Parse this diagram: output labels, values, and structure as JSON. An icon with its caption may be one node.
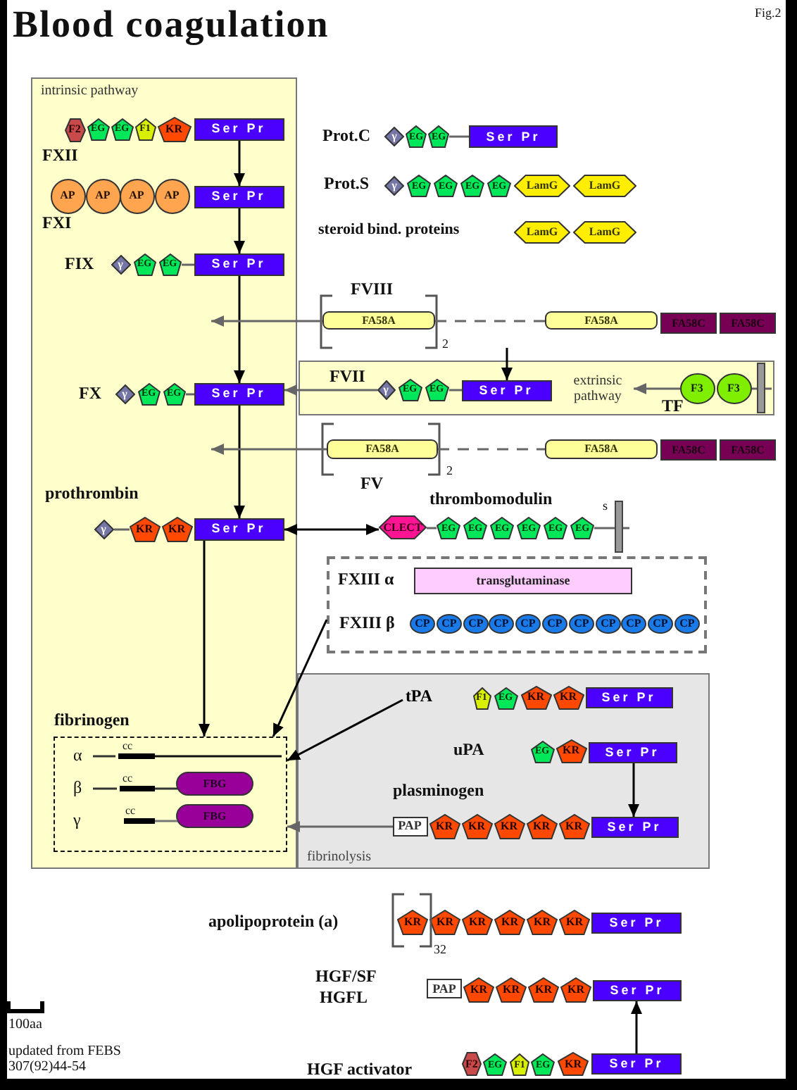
{
  "diagram": {
    "title": "Blood coagulation",
    "nodes": [
      {
        "text": [
          "intrinsic pathway"
        ]
      },
      {
        "text": [
          "F2"
        ],
        "in": 0
      },
      {
        "text": [
          "EG"
        ],
        "in": 0
      },
      {
        "text": [
          "EG"
        ],
        "in": 0
      },
      {
        "text": [
          "F1"
        ],
        "in": 0
      },
      {
        "text": [
          "KR"
        ],
        "in": 0
      },
      {
        "text": [
          "Ser Pr"
        ],
        "in": 0
      },
      {
        "text": [
          "AP"
        ],
        "in": 0
      },
      {
        "text": [
          "AP"
        ],
        "in": 0
      },
      {
        "text": [
          "AP"
        ],
        "in": 0
      },
      {
        "text": [
          "AP"
        ],
        "in": 0
      },
      {
        "text": [
          "Ser Pr"
        ],
        "in": 0
      },
      {
        "text": [
          "γ"
        ],
        "in": 0
      },
      {
        "text": [
          "EG"
        ],
        "in": 0
      },
      {
        "text": [
          "EG"
        ],
        "in": 0
      },
      {
        "text": [
          "Ser Pr"
        ],
        "in": 0
      },
      {
        "text": [
          "γ"
        ],
        "in": 0
      },
      {
        "text": [
          "EG"
        ],
        "in": 0
      },
      {
        "text": [
          "EG"
        ],
        "in": 0
      },
      {
        "text": [
          "Ser Pr"
        ],
        "in": 0
      },
      {
        "text": [
          "γ"
        ],
        "in": 0
      },
      {
        "text": [
          "KR"
        ],
        "in": 0
      },
      {
        "text": [
          "KR"
        ],
        "in": 0
      },
      {
        "text": [
          "Ser Pr"
        ],
        "in": 0
      },
      {
        "text": [
          "fibrinogen"
        ],
        "in": 0
      },
      {
        "text": [
          "FBG"
        ],
        "in": 24
      },
      {
        "text": [
          "FBG"
        ],
        "in": 24
      },
      {
        "text": [
          "γ"
        ]
      },
      {
        "text": [
          "EG"
        ]
      },
      {
        "text": [
          "EG"
        ]
      },
      {
        "text": [
          "Ser Pr"
        ]
      },
      {
        "text": [
          "γ"
        ]
      },
      {
        "text": [
          "EG"
        ]
      },
      {
        "text": [
          "EG"
        ]
      },
      {
        "text": [
          "EG"
        ]
      },
      {
        "text": [
          "EG"
        ]
      },
      {
        "text": [
          "LamG"
        ]
      },
      {
        "text": [
          "LamG"
        ]
      },
      {
        "text": [
          "LamG"
        ]
      },
      {
        "text": [
          "LamG"
        ]
      },
      {
        "text": [
          "FA58A"
        ]
      },
      {
        "text": [
          "FA58A"
        ]
      },
      {
        "text": [
          "FA58C"
        ]
      },
      {
        "text": [
          "FA58C"
        ]
      },
      {
        "text": [],
        "shape": "box"
      },
      {
        "text": [
          "γ"
        ],
        "in": 44
      },
      {
        "text": [
          "EG"
        ],
        "in": 44
      },
      {
        "text": [
          "EG"
        ],
        "in": 44
      },
      {
        "text": [
          "Ser Pr"
        ],
        "in": 44
      },
      {
        "text": [
          "extrinsic pathway"
        ],
        "in": 44
      },
      {
        "text": [
          "F3"
        ],
        "in": 44
      },
      {
        "text": [
          "F3"
        ],
        "in": 44
      },
      {
        "text": [
          "FA58A"
        ]
      },
      {
        "text": [
          "FA58A"
        ]
      },
      {
        "text": [
          "FA58C"
        ]
      },
      {
        "text": [
          "FA58C"
        ]
      },
      {
        "text": [
          "CLECT"
        ]
      },
      {
        "text": [
          "EG"
        ]
      },
      {
        "text": [
          "EG"
        ]
      },
      {
        "text": [
          "EG"
        ]
      },
      {
        "text": [
          "EG"
        ]
      },
      {
        "text": [
          "EG"
        ]
      },
      {
        "text": [
          "EG"
        ]
      },
      {
        "text": [],
        "shape": "box"
      },
      {
        "text": [
          "transglutaminase"
        ],
        "in": 63
      },
      {
        "text": [
          "CP"
        ],
        "in": 63
      },
      {
        "text": [
          "CP"
        ],
        "in": 63
      },
      {
        "text": [
          "CP"
        ],
        "in": 63
      },
      {
        "text": [
          "CP"
        ],
        "in": 63
      },
      {
        "text": [
          "CP"
        ],
        "in": 63
      },
      {
        "text": [
          "CP"
        ],
        "in": 63
      },
      {
        "text": [
          "CP"
        ],
        "in": 63
      },
      {
        "text": [
          "CP"
        ],
        "in": 63
      },
      {
        "text": [
          "CP"
        ],
        "in": 63
      },
      {
        "text": [
          "CP"
        ],
        "in": 63
      },
      {
        "text": [
          "CP"
        ],
        "in": 63
      },
      {
        "text": [
          "fibrinolysis"
        ]
      },
      {
        "text": [
          "tPA"
        ],
        "in": 76
      },
      {
        "text": [
          "F1"
        ],
        "in": 76
      },
      {
        "text": [
          "EG"
        ],
        "in": 76
      },
      {
        "text": [
          "KR"
        ],
        "in": 76
      },
      {
        "text": [
          "KR"
        ],
        "in": 76
      },
      {
        "text": [
          "Ser Pr"
        ],
        "in": 76
      },
      {
        "text": [
          "EG"
        ],
        "in": 76
      },
      {
        "text": [
          "KR"
        ],
        "in": 76
      },
      {
        "text": [
          "Ser Pr"
        ],
        "in": 76
      },
      {
        "text": [
          "PAP"
        ],
        "in": 76
      },
      {
        "text": [
          "KR"
        ],
        "in": 76
      },
      {
        "text": [
          "KR"
        ],
        "in": 76
      },
      {
        "text": [
          "KR"
        ],
        "in": 76
      },
      {
        "text": [
          "KR"
        ],
        "in": 76
      },
      {
        "text": [
          "KR"
        ],
        "in": 76
      },
      {
        "text": [
          "Ser Pr"
        ],
        "in": 76
      },
      {
        "text": [
          "KR"
        ]
      },
      {
        "text": [
          "KR"
        ]
      },
      {
        "text": [
          "KR"
        ]
      },
      {
        "text": [
          "KR"
        ]
      },
      {
        "text": [
          "KR"
        ]
      },
      {
        "text": [
          "KR"
        ]
      },
      {
        "text": [
          "Ser Pr"
        ]
      },
      {
        "text": [
          "PAP"
        ]
      },
      {
        "text": [
          "KR"
        ]
      },
      {
        "text": [
          "KR"
        ]
      },
      {
        "text": [
          "KR"
        ]
      },
      {
        "text": [
          "KR"
        ]
      },
      {
        "text": [
          "Ser Pr"
        ]
      },
      {
        "text": [
          "F2"
        ]
      },
      {
        "text": [
          "EG"
        ]
      },
      {
        "text": [
          "F1"
        ]
      },
      {
        "text": [
          "EG"
        ]
      },
      {
        "text": [
          "KR"
        ]
      },
      {
        "text": [
          "Ser Pr"
        ]
      }
    ],
    "edges": [
      {
        "from": 6,
        "to": 11,
        "arrow": "to",
        "color": "#000000"
      },
      {
        "from": 11,
        "to": 15,
        "arrow": "to",
        "color": "#000000"
      },
      {
        "from": 15,
        "to": 19,
        "arrow": "to",
        "color": "#000000"
      },
      {
        "from": 19,
        "to": 23,
        "arrow": "to",
        "color": "#000000"
      },
      {
        "from": 23,
        "to": 24,
        "arrow": "to",
        "color": "#000000"
      },
      {
        "from": 40,
        "to": null,
        "arrow": "to"
      },
      {
        "from": 40,
        "to": 41,
        "arrow": "none",
        "style": "dashed"
      },
      {
        "from": null,
        "to": 48,
        "arrow": "to",
        "color": "#000000"
      },
      {
        "from": 45,
        "to": 19,
        "arrow": "to"
      },
      {
        "from": 47,
        "to": 48,
        "arrow": "none"
      },
      {
        "from": 50,
        "to": 49,
        "arrow": "to"
      },
      {
        "from": 52,
        "to": null,
        "arrow": "to"
      },
      {
        "from": 52,
        "to": 53,
        "arrow": "none",
        "style": "dashed"
      },
      {
        "from": 23,
        "to": 56,
        "arrow": "both",
        "color": "#000000"
      },
      {
        "from": 56,
        "to": 57,
        "arrow": "none"
      },
      {
        "from": 63,
        "to": 24,
        "arrow": "to",
        "color": "#000000"
      },
      {
        "from": 77,
        "to": 24,
        "arrow": "to",
        "color": "#000000"
      },
      {
        "from": 86,
        "to": 24,
        "arrow": "to"
      },
      {
        "from": 85,
        "to": 92,
        "arrow": "to",
        "color": "#000000"
      },
      {
        "from": 111,
        "to": 105,
        "arrow": "to",
        "color": "#000000"
      },
      {
        "from": 14,
        "to": 15,
        "arrow": "none"
      },
      {
        "from": 29,
        "to": 30,
        "arrow": "none"
      },
      {
        "from": 18,
        "to": 19,
        "arrow": "none"
      },
      {
        "from": 20,
        "to": 21,
        "arrow": "none"
      }
    ],
    "labels": [
      "Fig.2",
      "FXII",
      "Prot.C",
      "FXI",
      "Prot.S",
      "steroid bind. proteins",
      "FIX",
      "FVIII",
      "2",
      "FVII",
      "TF",
      "FX",
      "FV",
      "2",
      "thrombomodulin",
      "prothrombin",
      "s",
      "FXIII α",
      "FXIII β",
      "α",
      "cc",
      "β",
      "cc",
      "γ",
      "cc",
      "uPA",
      "plasminogen",
      "apolipoprotein (a)",
      "32",
      "HGF/SF",
      "HGFL",
      "100aa",
      "updated from FEBS 307(92)44-54",
      "HGF activator"
    ]
  }
}
